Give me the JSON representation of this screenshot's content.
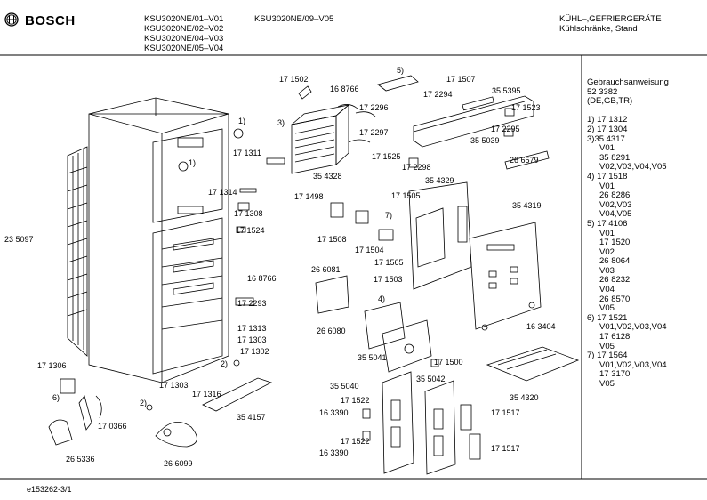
{
  "header": {
    "brand": "BOSCH",
    "models_col1": [
      "KSU3020NE/01–V01",
      "KSU3020NE/02–V02",
      "KSU3020NE/04–V03",
      "KSU3020NE/05–V04"
    ],
    "models_col2": [
      "KSU3020NE/09–V05"
    ],
    "category_title": "KÜHL–,GEFRIERGERÄTE",
    "category_subtitle": "Kühlschränke, Stand"
  },
  "footer": {
    "drawing_id": "e153262-3/1"
  },
  "sidebar": [
    {
      "text": "Gebrauchsanweisung",
      "indent": false
    },
    {
      "text": "52 3382",
      "indent": false
    },
    {
      "text": "(DE,GB,TR)",
      "indent": false
    },
    {
      "text": "",
      "indent": false
    },
    {
      "text": "1) 17 1312",
      "indent": false
    },
    {
      "text": "2) 17 1304",
      "indent": false
    },
    {
      "text": "3)35 4317",
      "indent": false
    },
    {
      "text": "V01",
      "indent": true
    },
    {
      "text": "35 8291",
      "indent": true
    },
    {
      "text": "V02,V03,V04,V05",
      "indent": true
    },
    {
      "text": "4) 17 1518",
      "indent": false
    },
    {
      "text": "V01",
      "indent": true
    },
    {
      "text": "26 8286",
      "indent": true
    },
    {
      "text": "V02,V03",
      "indent": true
    },
    {
      "text": "V04,V05",
      "indent": true
    },
    {
      "text": "5) 17 4106",
      "indent": false
    },
    {
      "text": "V01",
      "indent": true
    },
    {
      "text": "17 1520",
      "indent": true
    },
    {
      "text": "V02",
      "indent": true
    },
    {
      "text": "26 8064",
      "indent": true
    },
    {
      "text": "V03",
      "indent": true
    },
    {
      "text": "26 8232",
      "indent": true
    },
    {
      "text": "V04",
      "indent": true
    },
    {
      "text": "26 8570",
      "indent": true
    },
    {
      "text": "V05",
      "indent": true
    },
    {
      "text": "6) 17 1521",
      "indent": false
    },
    {
      "text": "V01,V02,V03,V04",
      "indent": true
    },
    {
      "text": "17 6128",
      "indent": true
    },
    {
      "text": "V05",
      "indent": true
    },
    {
      "text": "7) 17 1564",
      "indent": false
    },
    {
      "text": "V01,V02,V03,V04",
      "indent": true
    },
    {
      "text": "17 3170",
      "indent": true
    },
    {
      "text": "V05",
      "indent": true
    }
  ],
  "part_labels": [
    "17 1502",
    "1)",
    "17 1311",
    "1)",
    "17 1314",
    "17 1308",
    "17 1524",
    "23 5097",
    "16 8766",
    "17 2293",
    "17 1313",
    "17 1303",
    "17 1302",
    "2)",
    "17 1306",
    "6)",
    "17 1303",
    "17 1316",
    "2)",
    "17 0366",
    "26 5336",
    "26 6099",
    "16 8766",
    "3)",
    "17 2296",
    "17 2297",
    "17 1525",
    "35 4328",
    "17 1498",
    "17 1505",
    "7)",
    "17 1508",
    "17 1504",
    "17 1565",
    "26 6081",
    "17 1503",
    "4)",
    "26 6080",
    "35 5041",
    "17 1500",
    "35 4157",
    "5)",
    "17 1507",
    "17 2294",
    "35 5395",
    "17 1523",
    "17 2295",
    "35 5039",
    "17 2298",
    "26 6579",
    "35 4329",
    "35 4319",
    "16 3404",
    "35 4320",
    "35 5040",
    "35 5042",
    "17 1522",
    "16 3390",
    "17 1517",
    "17 1522",
    "16 3390",
    "17 1517"
  ]
}
